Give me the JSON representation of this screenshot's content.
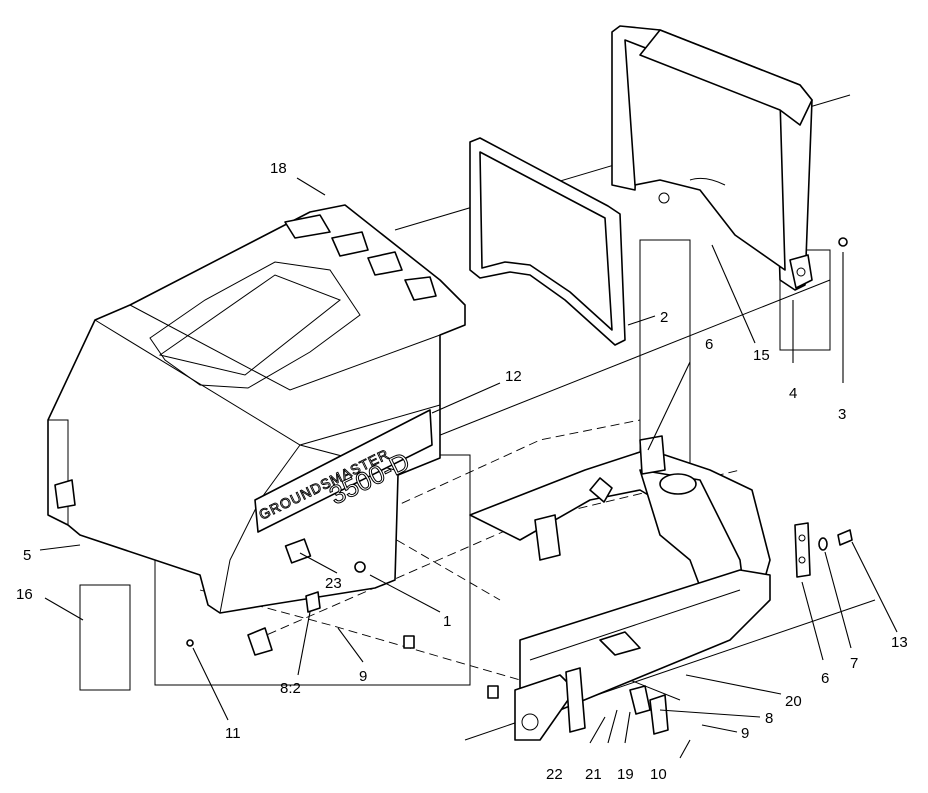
{
  "decal": {
    "brand": "GROUNDSMASTER",
    "model": "3500-D"
  },
  "callouts": [
    {
      "id": "c18",
      "text": "18"
    },
    {
      "id": "c2",
      "text": "2"
    },
    {
      "id": "c15",
      "text": "15"
    },
    {
      "id": "c4",
      "text": "4"
    },
    {
      "id": "c3",
      "text": "3"
    },
    {
      "id": "c12",
      "text": "12"
    },
    {
      "id": "c6a",
      "text": "6"
    },
    {
      "id": "c5",
      "text": "5"
    },
    {
      "id": "c16",
      "text": "16"
    },
    {
      "id": "c23",
      "text": "23"
    },
    {
      "id": "c1",
      "text": "1"
    },
    {
      "id": "c11",
      "text": "11"
    },
    {
      "id": "c82",
      "text": "8:2"
    },
    {
      "id": "c9a",
      "text": "9"
    },
    {
      "id": "c6b",
      "text": "6"
    },
    {
      "id": "c7",
      "text": "7"
    },
    {
      "id": "c13",
      "text": "13"
    },
    {
      "id": "c20",
      "text": "20"
    },
    {
      "id": "c8",
      "text": "8"
    },
    {
      "id": "c9b",
      "text": "9"
    },
    {
      "id": "c22",
      "text": "22"
    },
    {
      "id": "c21",
      "text": "21"
    },
    {
      "id": "c19",
      "text": "19"
    },
    {
      "id": "c10",
      "text": "10"
    }
  ]
}
